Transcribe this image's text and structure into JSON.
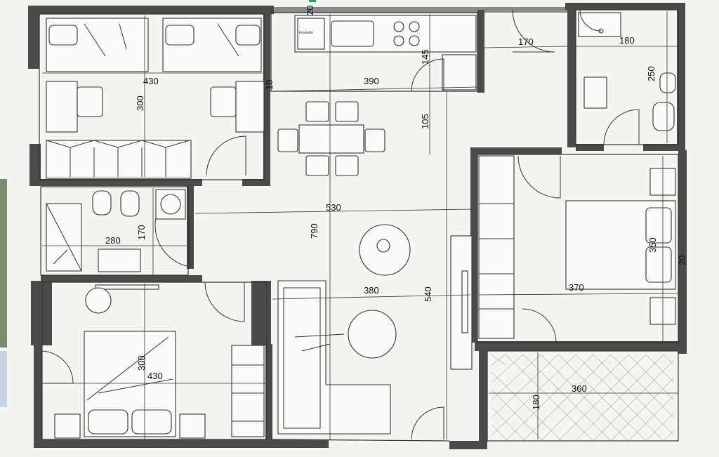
{
  "dimensions": {
    "top_wall_mark": "20",
    "bedroom_top_width": "430",
    "bedroom_top_height": "300",
    "kitchen_offset": "10",
    "kitchen_width": "390",
    "kitchen_gap": "145",
    "living_height": "105",
    "hall_width": "170",
    "bath_top_width": "180",
    "bath_top_height": "250",
    "living_width": "530",
    "living_depth": "790",
    "bath_left_width": "280",
    "bath_left_height": "170",
    "right_bedroom_width": "370",
    "right_bedroom_height": "350",
    "right_wall_mark": "20",
    "lounge_width": "380",
    "lounge_depth": "540",
    "bottom_bedroom_width": "430",
    "bottom_bedroom_height": "300",
    "balcony_width": "360",
    "balcony_depth": "180"
  },
  "appliance_label": "Innoretto"
}
